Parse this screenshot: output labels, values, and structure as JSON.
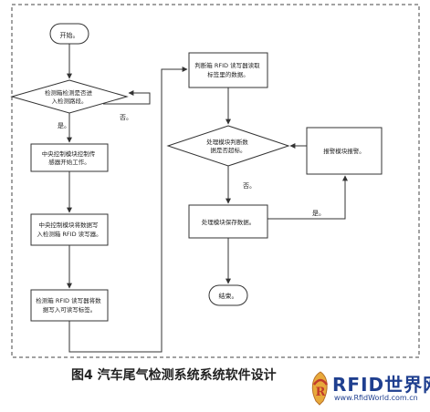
{
  "nodes": {
    "start": "开始。",
    "check_path": "检测箱检测是否进入检测路段。",
    "central_start": "中央控制模块控制传感器开始工作。",
    "central_write": "中央控制模块将数据写入检测箱 RFID 读写器。",
    "rfid_write_tag": "检测箱 RFID 读写器将数据写入可读写标签。",
    "judge_read": "判断箱 RFID 读写器读取标签里的数据。",
    "process_judge": "处理模块判断数据是否超标。",
    "alarm": "报警模块报警。",
    "process_save": "处理模块保存数据。",
    "end": "结束。"
  },
  "edge_labels": {
    "yes_1": "是。",
    "no_1": "否。",
    "no_2": "否。",
    "yes_2": "是。"
  },
  "caption": "图4 汽车尾气检测系统系统软件设计",
  "logo": {
    "main": "RFID世界网",
    "sub": "www.RfidWorld.com.cn",
    "brand_color": "#1f3f8f"
  }
}
